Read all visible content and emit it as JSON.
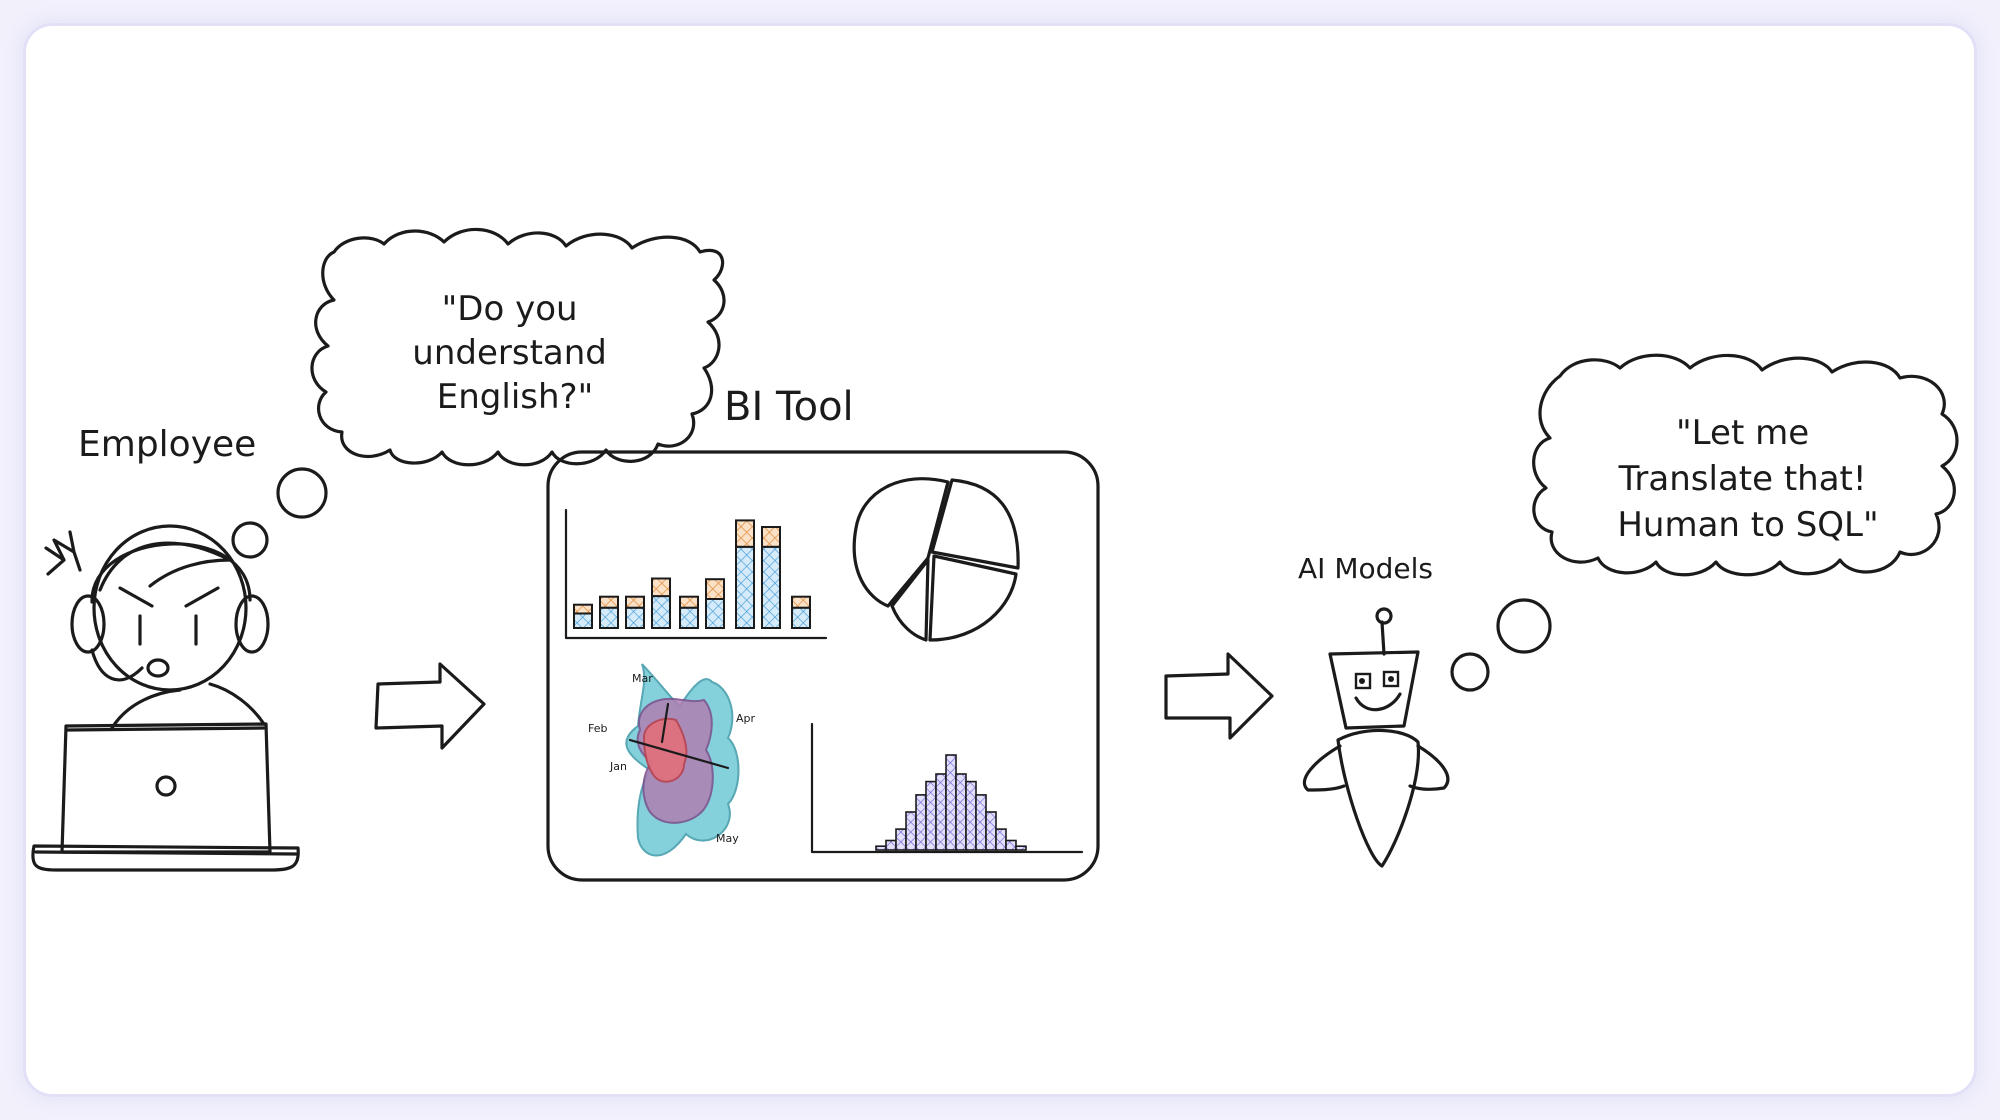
{
  "labels": {
    "employee": "Employee",
    "bi_tool": "BI Tool",
    "ai_models": "AI Models"
  },
  "bubbles": {
    "employee_lines": [
      "\"Do you",
      "understand",
      "English?\""
    ],
    "ai_lines": [
      "\"Let me",
      "Translate that!",
      "Human to SQL\""
    ]
  },
  "radar_months": {
    "mar": "Mar",
    "apr": "Apr",
    "feb": "Feb",
    "jan": "Jan",
    "may": "May"
  },
  "colors": {
    "teal": "#5fc6d3",
    "red": "#e85a63",
    "purple": "#a066d8",
    "blue": "#5b76e6",
    "orange": "#f2a65a",
    "light_blue": "#8fc8ef",
    "lavender": "#8d86e0",
    "hatch_gray": "#555555"
  },
  "icons": {
    "employee": "angry-headset-person-icon",
    "laptop": "laptop-icon",
    "anger": "anger-mark-icon",
    "robot": "robot-icon",
    "arrow": "hatched-right-arrow-icon"
  }
}
